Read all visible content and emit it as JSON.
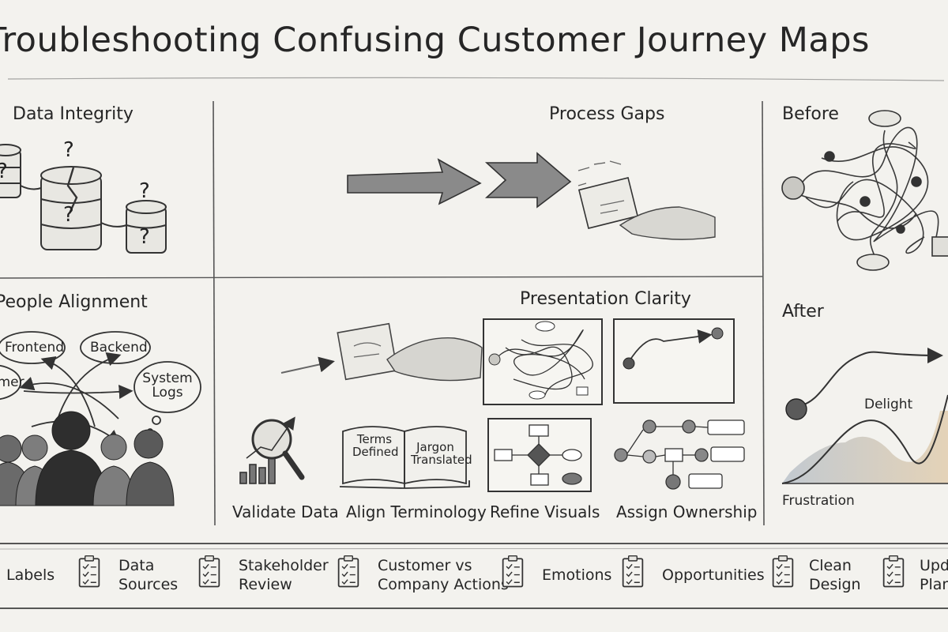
{
  "title": "Troubleshooting Confusing Customer Journey Maps",
  "sections": {
    "data_integrity": "Data Integrity",
    "process_gaps": "Process Gaps",
    "before": "Before",
    "people_alignment": "People Alignment",
    "presentation_clarity": "Presentation Clarity",
    "after": "After"
  },
  "people_bubbles": [
    "Frontend",
    "Backend",
    "System Logs",
    "Customer"
  ],
  "book_labels": {
    "left": "Terms Defined",
    "right": "Jargon Translated"
  },
  "after_labels": {
    "delight": "Delight",
    "frustration": "Frustration"
  },
  "actions": [
    "Validate Data",
    "Align Terminology",
    "Refine Visuals",
    "Assign Ownership"
  ],
  "checklist": [
    {
      "line1": "Labels",
      "line2": ""
    },
    {
      "line1": "Data",
      "line2": "Sources"
    },
    {
      "line1": "Stakeholder",
      "line2": "Review"
    },
    {
      "line1": "Customer vs",
      "line2": "Company Actions"
    },
    {
      "line1": "Emotions",
      "line2": ""
    },
    {
      "line1": "Opportunities",
      "line2": ""
    },
    {
      "line1": "Clean",
      "line2": "Design"
    },
    {
      "line1": "Update",
      "line2": "Plan"
    }
  ],
  "colors": {
    "ink": "#2a2a2a",
    "pencil": "#6b6b6b",
    "paper": "#f3f2ee",
    "warm": "#d9b98a",
    "cool": "#9aa8b8"
  }
}
